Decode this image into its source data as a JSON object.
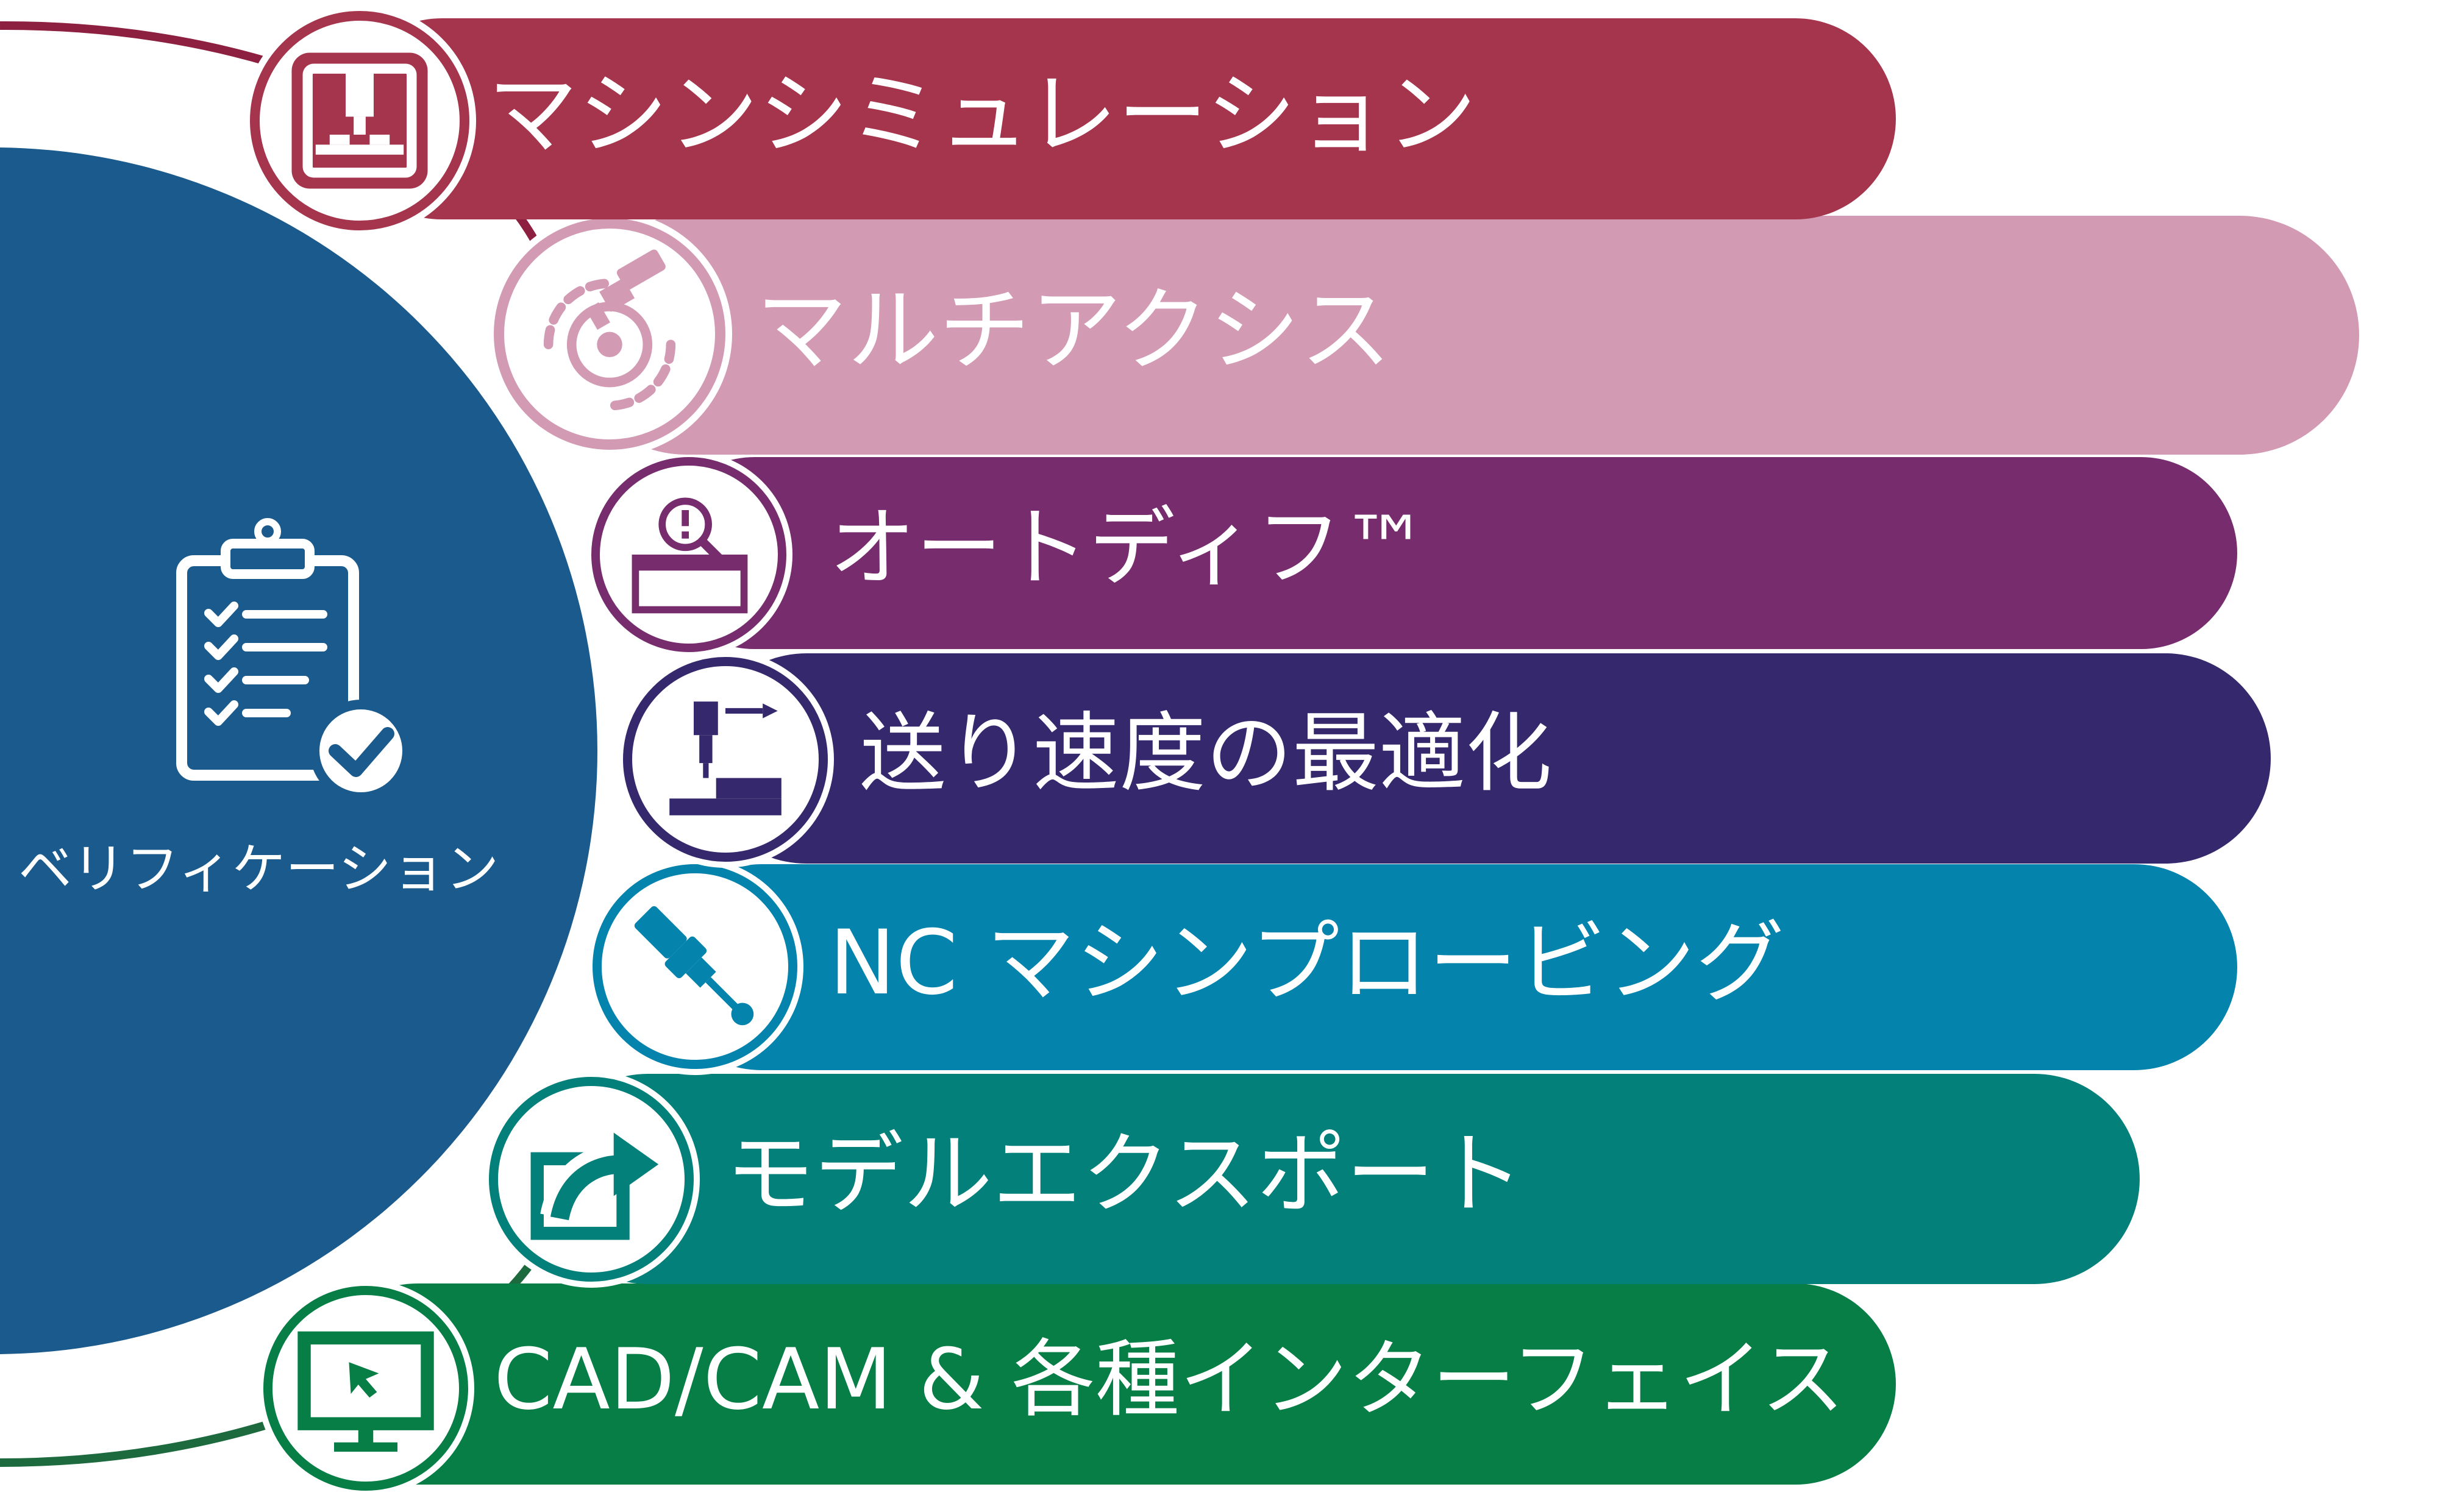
{
  "hub": {
    "label": "ベリフィケーション",
    "icon": "clipboard-checklist-icon",
    "color": "#1b5a8c"
  },
  "features": [
    {
      "label": "マシンシミュレーション",
      "icon": "machine-icon",
      "color": "#a5354c"
    },
    {
      "label": "マルチアクシス",
      "icon": "multiaxis-tool-icon",
      "color": "#d39ab3"
    },
    {
      "label": "オートディフ™",
      "icon": "autodiff-magnifier-icon",
      "color": "#762c6d"
    },
    {
      "label": "送り速度の最適化",
      "icon": "feedrate-spindle-icon",
      "color": "#35286d"
    },
    {
      "label": "NC マシンプロービング",
      "icon": "probe-icon",
      "color": "#0483ad"
    },
    {
      "label": "モデルエクスポート",
      "icon": "export-arrow-icon",
      "color": "#03807a"
    },
    {
      "label": "CAD/CAM & 各種インターフェイス",
      "icon": "monitor-cursor-icon",
      "color": "#067e45"
    }
  ]
}
